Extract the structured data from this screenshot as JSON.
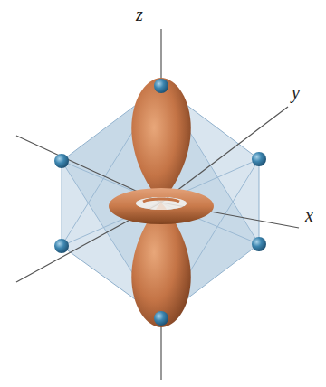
{
  "diagram": {
    "labels": [
      "z",
      "y",
      "x"
    ]
  }
}
